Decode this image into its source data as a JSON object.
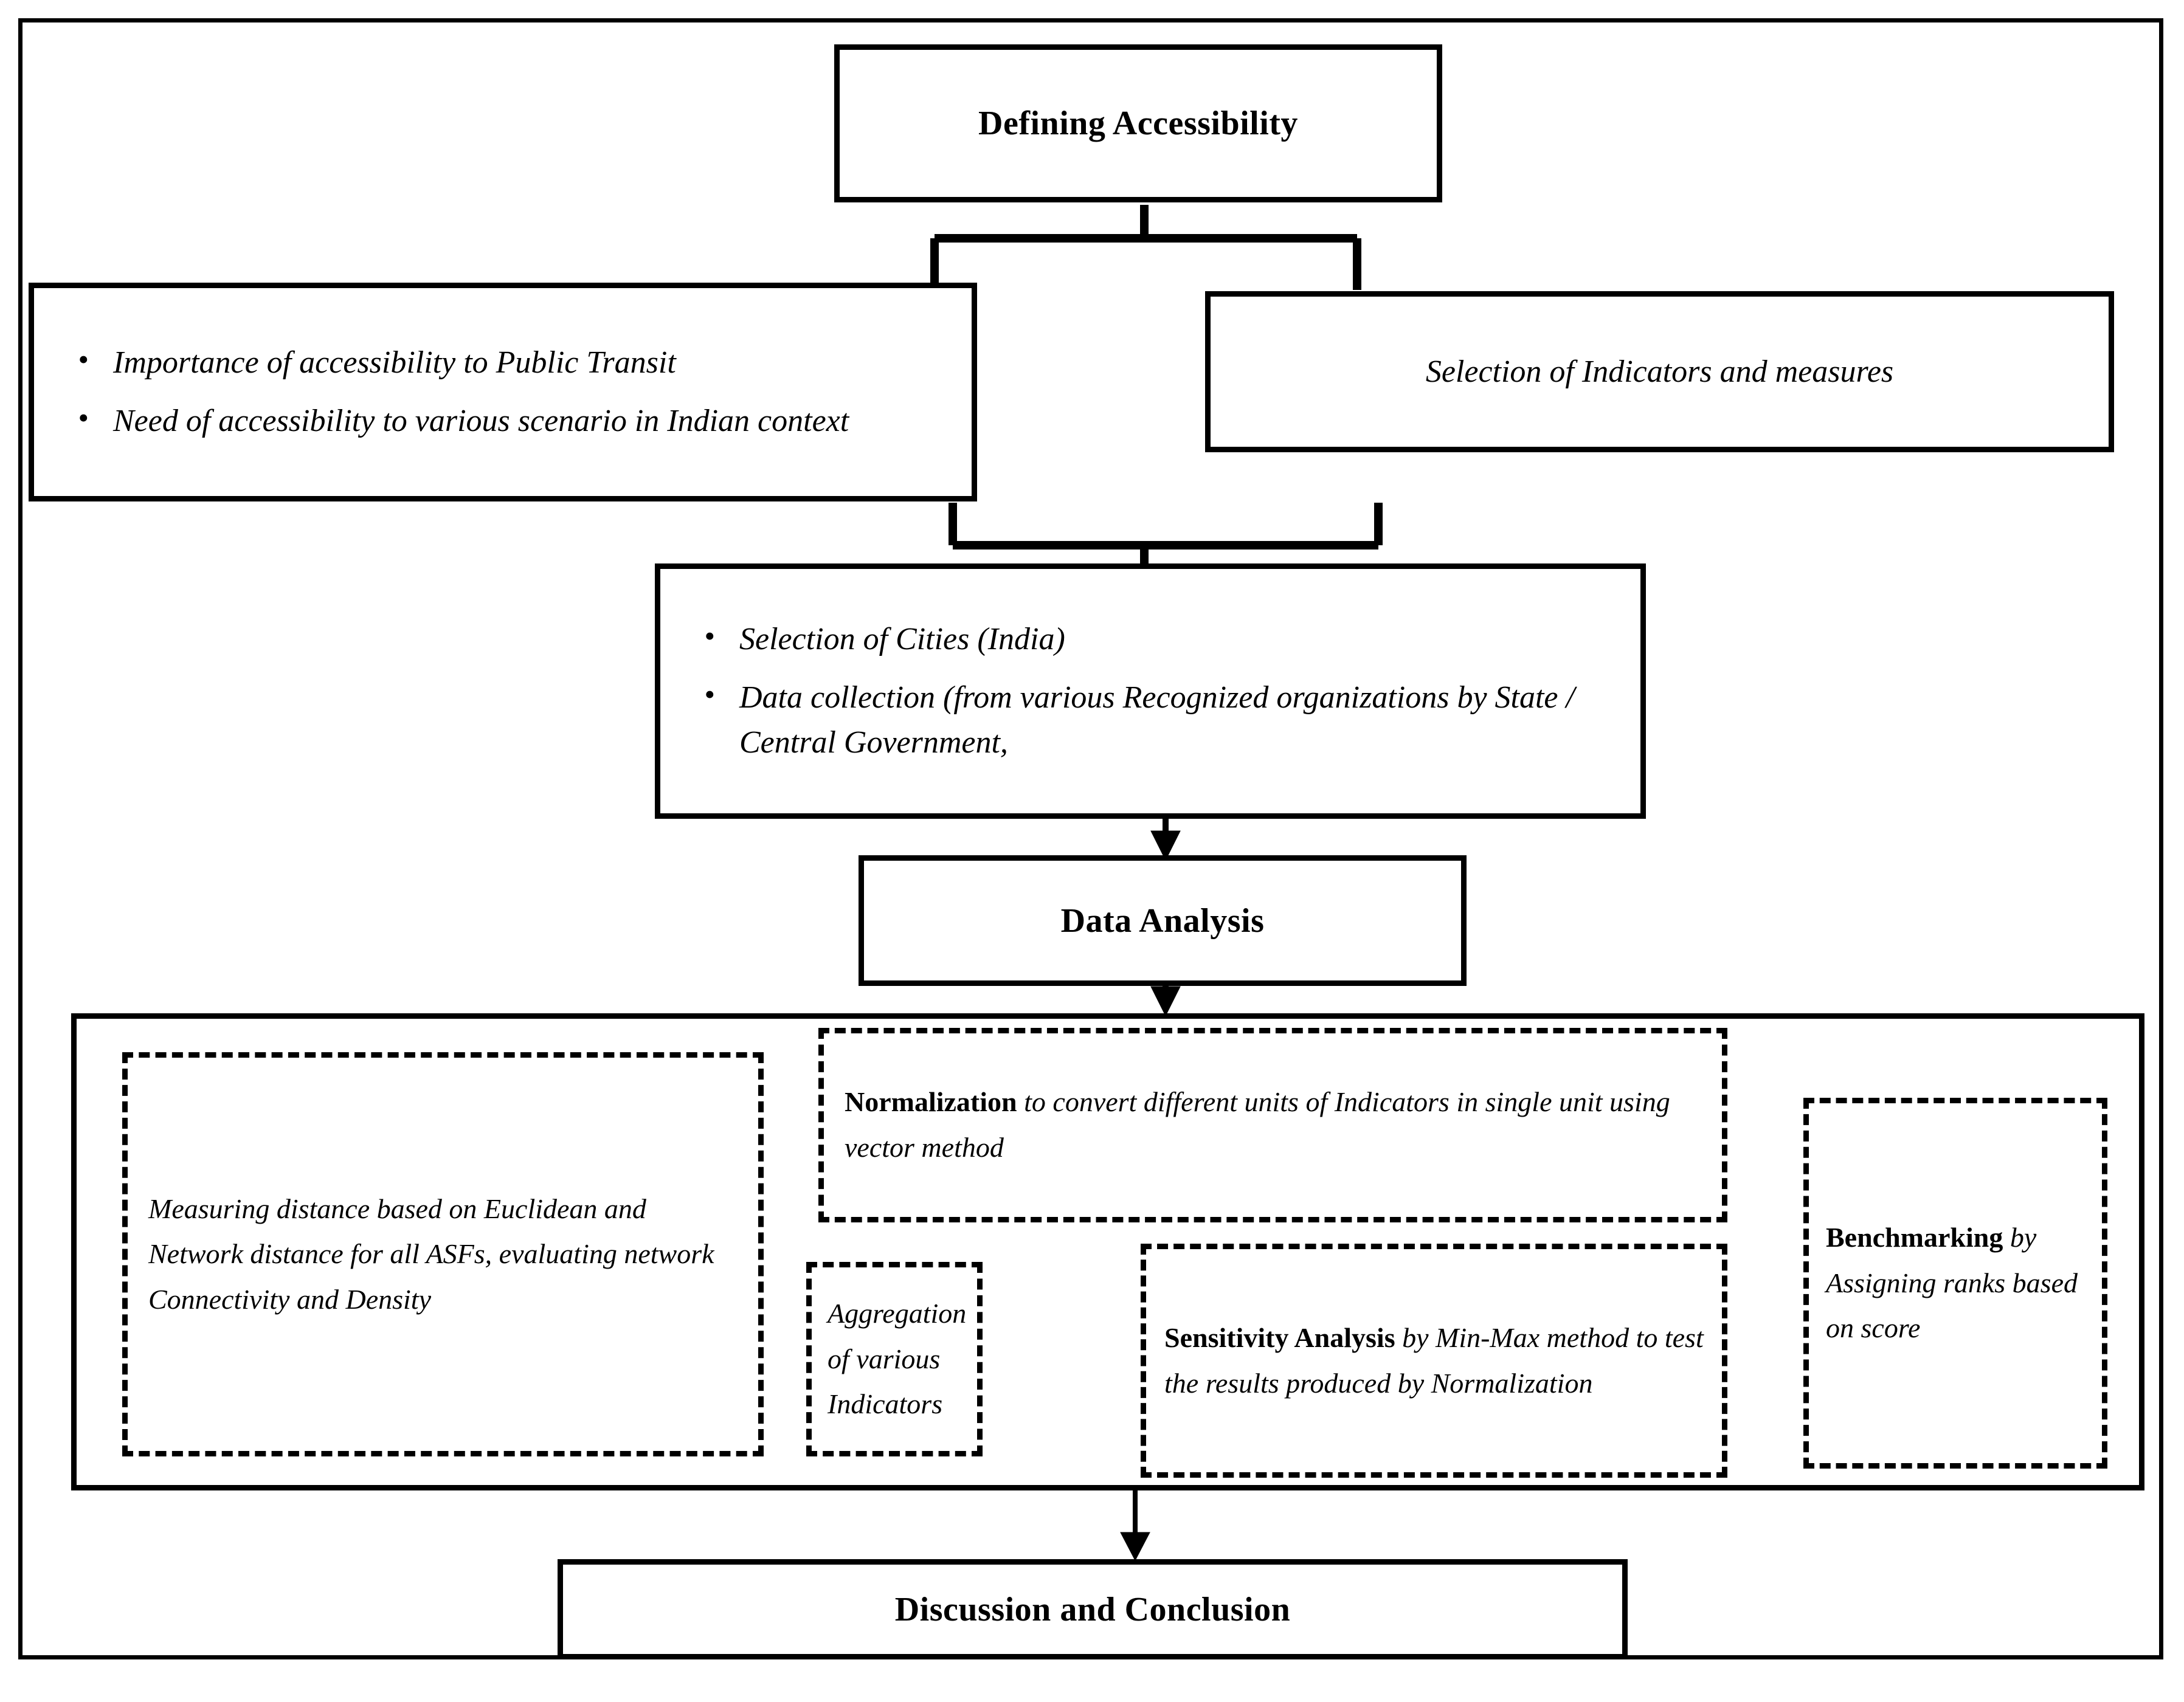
{
  "diagram": {
    "title_box": {
      "label": "Defining Accessibility"
    },
    "left_box": {
      "bullets": [
        "Importance of accessibility to Public Transit",
        "Need of accessibility to various scenario in Indian context"
      ]
    },
    "right_box": {
      "label": "Selection of Indicators and measures"
    },
    "data_box": {
      "bullets": [
        "Selection of Cities (India)",
        "Data collection (from various Recognized organizations by State / Central Government,"
      ]
    },
    "analysis_box": {
      "label": "Data Analysis"
    },
    "methods": {
      "measuring_box": {
        "text": "Measuring distance based on Euclidean and Network distance for all ASFs, evaluating network Connectivity and Density"
      },
      "normalization_box": {
        "strong": "Normalization",
        "rest": " to convert different units of Indicators in single unit using vector method"
      },
      "aggregation_box": {
        "text": "Aggregation of various Indicators"
      },
      "sensitivity_box": {
        "strong": "Sensitivity Analysis",
        "rest": " by Min-Max method to test the results produced by Normalization"
      },
      "benchmarking_box": {
        "strong": "Benchmarking",
        "rest": " by Assigning ranks based on score"
      }
    },
    "conclusion_box": {
      "label": "Discussion and Conclusion"
    },
    "colors": {
      "ink": "#000000",
      "paper": "#ffffff"
    }
  }
}
